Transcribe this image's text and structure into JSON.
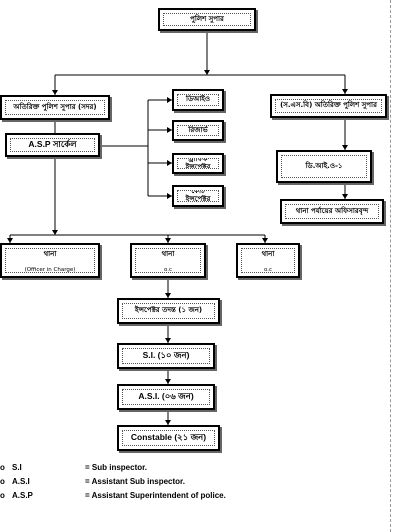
{
  "nodes": {
    "sp": "পুলিশ সুপার",
    "addl_sp_hq": "অতিরিক্ত পুলিশ সুপার (সদর)",
    "addl_sp_special": "(স.এস.বি) অতিরিক্ত পুলিশ সুপার",
    "asp_circle": "A.S.P সার্কেল",
    "staff_1": "ডিআইও",
    "staff_2": "রিজার্ভ",
    "staff_3": "ট্রাফিক ইন্সপেক্টর",
    "staff_4": "কোর্ট ইন্সপেক্টর",
    "di_ob": "ডি.আই.ও-১",
    "thana_officers": "থানা পর্যায়ের অফিসারবৃন্দ",
    "thana_1": "থানা",
    "thana_1_sub": "(Officer in Charge)",
    "thana_2": "থানা",
    "thana_2_sub": "o.c",
    "thana_3": "থানা",
    "thana_3_sub": "o.c",
    "inspector": "ইন্সপেক্টর তদন্ত (১ জন)",
    "si": "S.I. (১০ জন)",
    "asi": "A.S.I. (০৬ জন)",
    "constable": "Constable (২১ জন)"
  },
  "legend": [
    {
      "bullet": "o",
      "abbr": "S.I",
      "definition": "= Sub inspector."
    },
    {
      "bullet": "o",
      "abbr": "A.S.I",
      "definition": "= Assistant Sub inspector."
    },
    {
      "bullet": "o",
      "abbr": "A.S.P",
      "definition": "= Assistant Superintendent of police."
    }
  ]
}
